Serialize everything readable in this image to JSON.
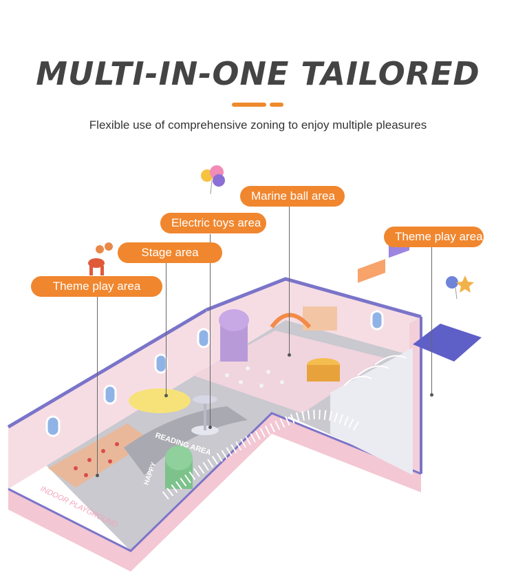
{
  "header": {
    "title": "MULTI-IN-ONE TAILORED",
    "subtitle": "Flexible use of comprehensive zoning to enjoy multiple pleasures",
    "accent_color": "#ee8a2c"
  },
  "callouts": {
    "theme_left": "Theme play area",
    "stage": "Stage area",
    "electric": "Electric toys area",
    "marine": "Marine ball area",
    "theme_right": "Theme play area"
  },
  "floor_labels": {
    "reading": "READING AREA",
    "entrance": "INDOOR PLAYGROUND",
    "happy": "HAPPY"
  },
  "colors": {
    "callout": "#f0862e",
    "wall_top": "#7a74c9",
    "wall_pink": "#f6dde4",
    "floor": "#c9c9cf"
  }
}
